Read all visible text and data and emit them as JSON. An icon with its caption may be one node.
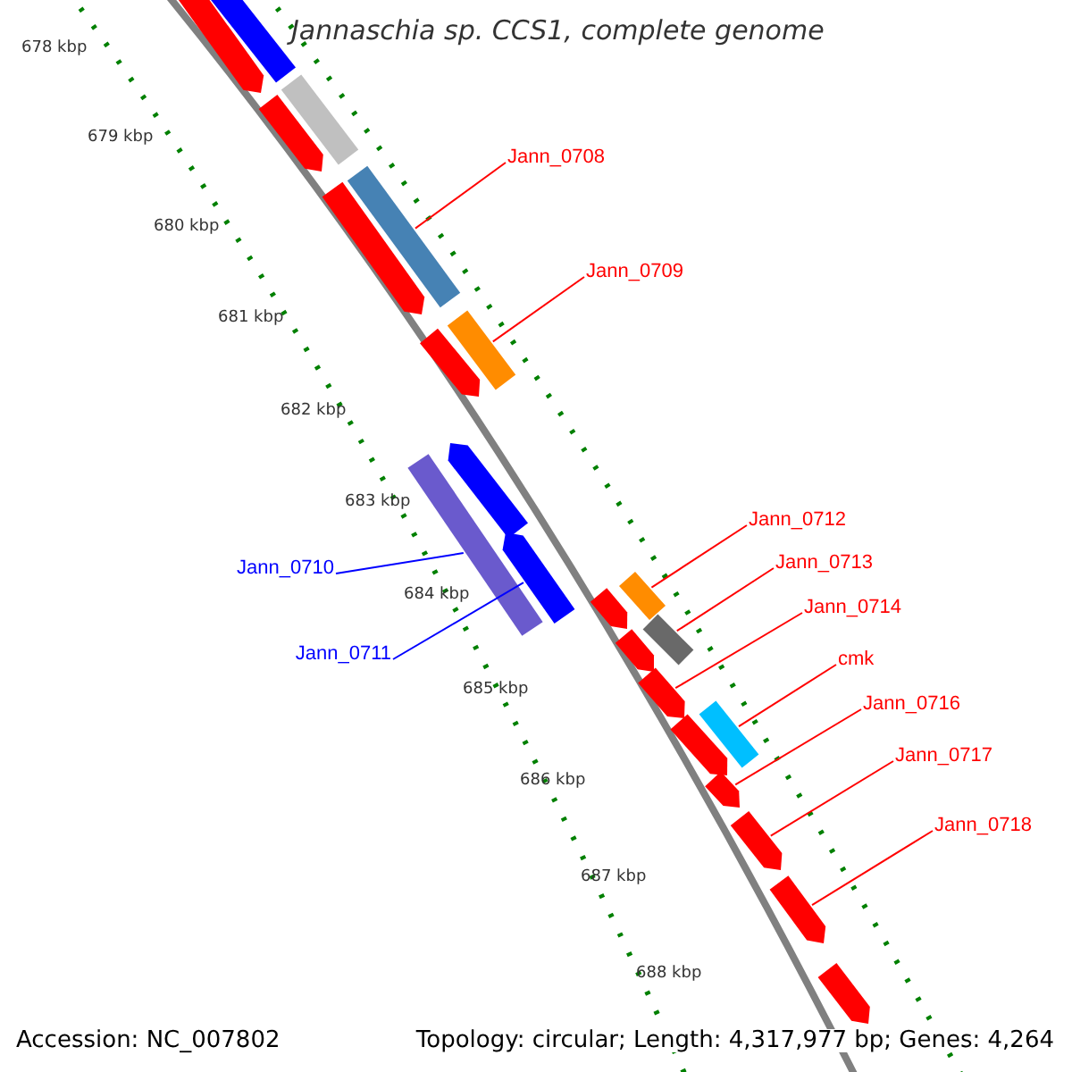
{
  "diagram": {
    "title": "Jannaschia sp. CCS1, complete genome",
    "nodes": [
      {
        "text": [
          "Jann_0708"
        ]
      },
      {
        "text": [
          "Jann_0709"
        ]
      },
      {
        "text": [
          "Jann_0710"
        ]
      },
      {
        "text": [
          "Jann_0711"
        ]
      },
      {
        "text": [
          "Jann_0712"
        ]
      },
      {
        "text": [
          "Jann_0713"
        ]
      },
      {
        "text": [
          "Jann_0714"
        ]
      },
      {
        "text": [
          "cmk"
        ]
      },
      {
        "text": [
          "Jann_0716"
        ]
      },
      {
        "text": [
          "Jann_0717"
        ]
      },
      {
        "text": [
          "Jann_0718"
        ]
      },
      {
        "text": [],
        "shape": "bar"
      },
      {
        "text": [],
        "shape": "bar"
      },
      {
        "text": [],
        "shape": "bar"
      },
      {
        "text": [],
        "shape": "bar"
      },
      {
        "text": [],
        "shape": "bar"
      },
      {
        "text": [],
        "shape": "bar"
      },
      {
        "text": [],
        "shape": "bar"
      },
      {
        "text": [],
        "shape": "bar"
      },
      {
        "text": [],
        "shape": "bar"
      },
      {
        "text": [],
        "shape": "bar"
      },
      {
        "text": [],
        "shape": "bar"
      },
      {
        "text": [],
        "shape": "bar"
      },
      {
        "text": [],
        "shape": "bar"
      },
      {
        "text": [],
        "shape": "bar"
      },
      {
        "text": [],
        "shape": "bar"
      },
      {
        "text": [],
        "shape": "bar"
      },
      {
        "text": [],
        "shape": "bar"
      },
      {
        "text": [],
        "shape": "bar"
      },
      {
        "text": [],
        "shape": "bar"
      },
      {
        "text": [],
        "shape": "bar"
      },
      {
        "text": [],
        "shape": "bar"
      },
      {
        "text": [],
        "shape": "bar"
      }
    ],
    "edges": [
      {
        "from": 0,
        "to": 16,
        "arrow": "none"
      },
      {
        "from": 1,
        "to": 18,
        "arrow": "none"
      },
      {
        "from": 2,
        "to": 19,
        "arrow": "none",
        "color": "#0000ff"
      },
      {
        "from": 3,
        "to": 21,
        "arrow": "none",
        "color": "#0000ff"
      },
      {
        "from": 4,
        "to": 23,
        "arrow": "none"
      },
      {
        "from": 5,
        "to": 25,
        "arrow": "none"
      },
      {
        "from": 6,
        "to": 26,
        "arrow": "none"
      },
      {
        "from": 7,
        "to": 28,
        "arrow": "none"
      },
      {
        "from": 8,
        "to": 29,
        "arrow": "none"
      },
      {
        "from": 9,
        "to": 30,
        "arrow": "none"
      },
      {
        "from": 10,
        "to": 31,
        "arrow": "none"
      }
    ],
    "labels": [
      "678 kbp",
      "679 kbp",
      "680 kbp",
      "681 kbp",
      "682 kbp",
      "683 kbp",
      "684 kbp",
      "685 kbp",
      "686 kbp",
      "687 kbp",
      "688 kbp",
      "Accession: NC_007802",
      "Topology: circular; Length: 4,317,977 bp; Genes: 4,264"
    ]
  }
}
